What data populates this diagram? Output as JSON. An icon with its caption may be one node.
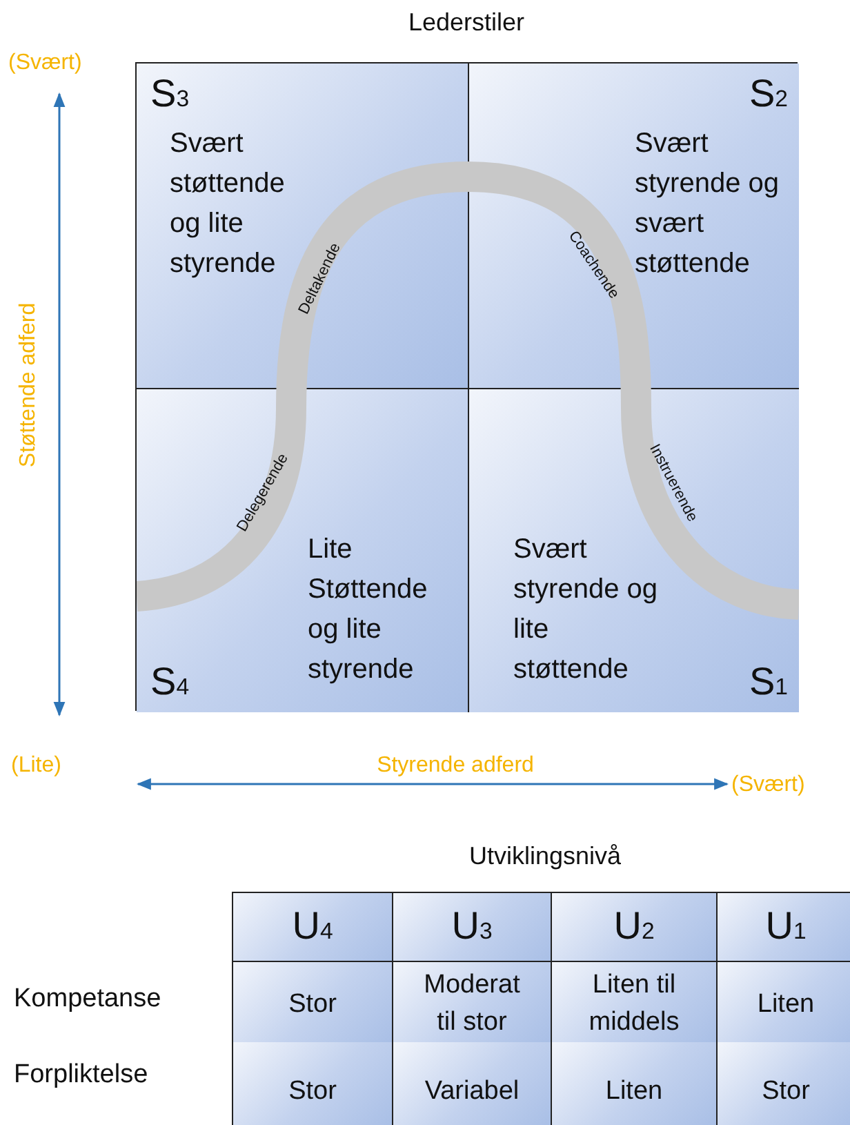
{
  "diagram": {
    "title": "Lederstiler",
    "nodes": [
      {
        "text": [
          "S$_{3}$",
          "Svært støttende og lite styrende"
        ]
      },
      {
        "text": [
          "S$_{2}$",
          "Svært styrende og svært støttende"
        ]
      },
      {
        "text": [
          "S$_{4}$",
          "Lite Støttende og lite styrende"
        ]
      },
      {
        "text": [
          "S$_{1}$",
          "Svært styrende og lite støttende"
        ]
      }
    ],
    "labels": [
      "(Svært)",
      "Støttende adferd",
      "Deltakende",
      "Coachende",
      "Delegerende",
      "Instruerende",
      "(Lite)",
      "Styrende adferd",
      "(Svært)",
      "Utviklingsnivå",
      "U$_{4}$",
      "U$_{3}$",
      "U$_{2}$",
      "U$_{1}$",
      "Kompetanse",
      "Stor",
      "Moderat til stor",
      "Liten til middels",
      "Liten",
      "Forpliktelse",
      "Stor",
      "Variabel",
      "Liten",
      "Stor"
    ]
  }
}
